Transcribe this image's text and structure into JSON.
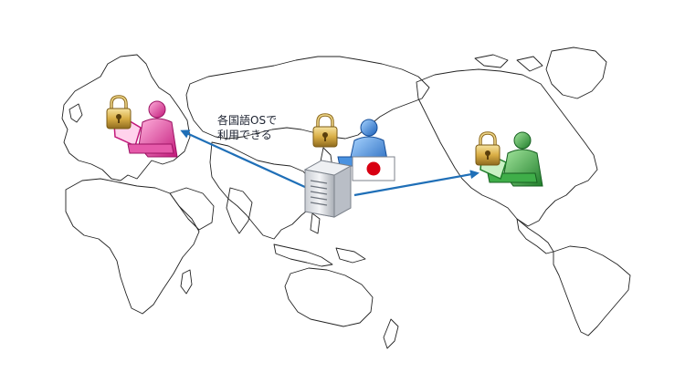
{
  "caption": {
    "line1": "各国語OSで",
    "line2": "利用できる"
  },
  "colors": {
    "arrow": "#1f6fb7",
    "map_outline": "#222222",
    "user_left": "#e0409a",
    "user_center": "#3a86d8",
    "user_right": "#2a9a3a",
    "lock_gold": "#d8b24a",
    "flag_red": "#d80012"
  },
  "icons": {
    "world_map": "world-map-outline",
    "server": "server-icon",
    "flag": "japan-flag-icon",
    "lock": "padlock-icon",
    "user": "user-at-desk-icon"
  }
}
